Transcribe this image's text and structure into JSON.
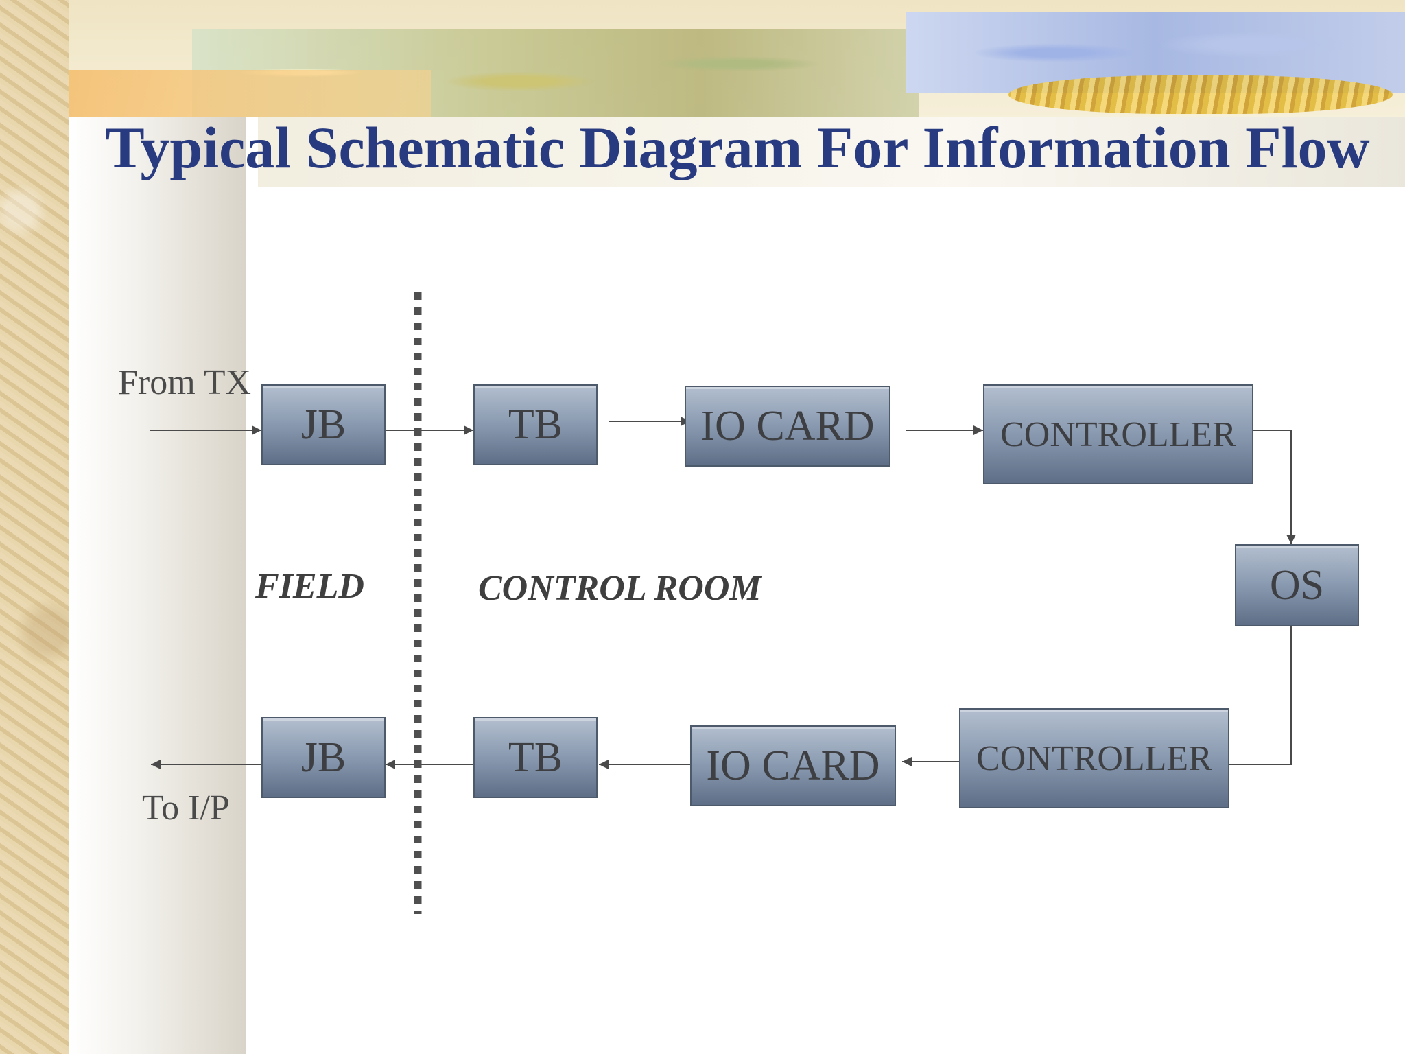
{
  "slide": {
    "title": "Typical Schematic Diagram For Information Flow"
  },
  "diagram": {
    "input_label": "From TX",
    "output_label": "To I/P",
    "regions": {
      "field": "FIELD",
      "control_room": "CONTROL ROOM"
    },
    "forward_path": {
      "jb": "JB",
      "tb": "TB",
      "io_card": "IO CARD",
      "controller": "CONTROLLER"
    },
    "operator_station": "OS",
    "return_path": {
      "controller": "CONTROLLER",
      "io_card": "IO CARD",
      "tb": "TB",
      "jb": "JB"
    }
  }
}
